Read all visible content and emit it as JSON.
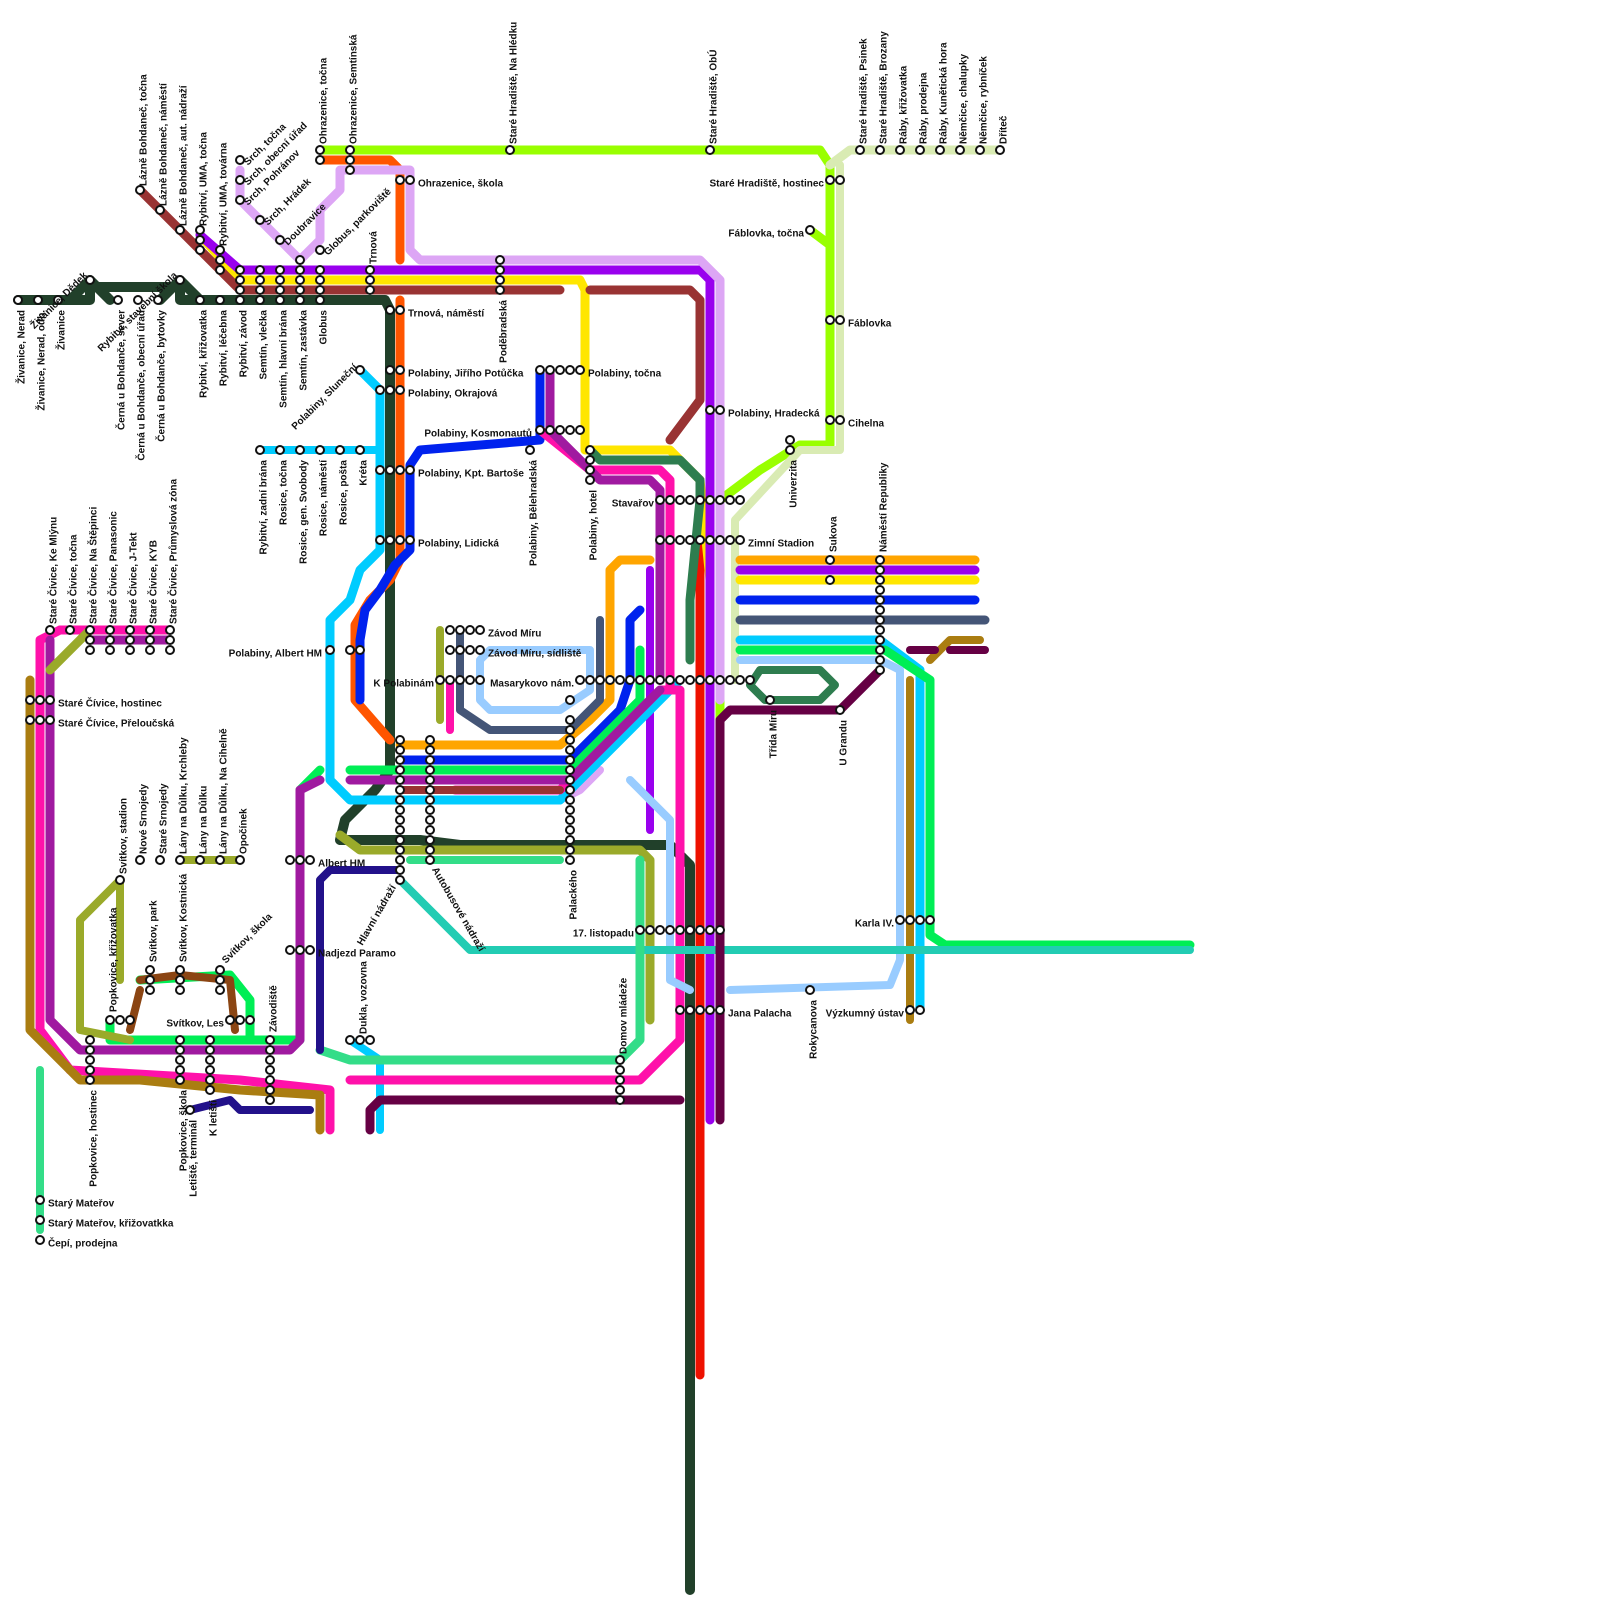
{
  "colors": {
    "dark_green": "#21402a",
    "lime": "#99ff00",
    "pale_lime": "#d9ebb3",
    "red": "#ee1100",
    "orange_red": "#ff5500",
    "orange": "#ffa500",
    "yellow": "#ffe600",
    "violet": "#9900ee",
    "lavender": "#dda6f5",
    "blue": "#0022ee",
    "cyan": "#00ccff",
    "green": "#00ee55",
    "magenta": "#ff11aa",
    "purple": "#a01aa0",
    "brown_red": "#993333",
    "olive": "#9aaa2a",
    "gold_brown": "#aa7d11",
    "sky": "#99ccff",
    "slate": "#445577",
    "teal": "#22ccb3",
    "sea": "#33dd88",
    "navy": "#22118a",
    "plum": "#660044",
    "forest": "#2e7d4f",
    "brown": "#8b4513"
  },
  "stations": [
    {
      "id": "zivanice_nerad",
      "name": "Živanice, Nerad"
    },
    {
      "id": "zivanice_nerad_odb",
      "name": "Živanice, Nerad, odb."
    },
    {
      "id": "zivanice",
      "name": "Živanice"
    },
    {
      "id": "zivanice_dedek",
      "name": "Živanice, Dědek"
    },
    {
      "id": "cerna_sever",
      "name": "Černá u Bohdanče, sever"
    },
    {
      "id": "cerna_ou",
      "name": "Černá u Bohdanče, obecní úřad"
    },
    {
      "id": "cerna_bytovky",
      "name": "Černá u Bohdanče, bytovky"
    },
    {
      "id": "rybitvi_skola",
      "name": "Rybitví, stavební škola"
    },
    {
      "id": "lazne_tocna",
      "name": "Lázně Bohdaneč, točna"
    },
    {
      "id": "lazne_namesti",
      "name": "Lázně Bohdaneč, náměstí"
    },
    {
      "id": "lazne_nadrazi",
      "name": "Lázně Bohdaneč, aut. nádraží"
    },
    {
      "id": "rybitvi_uma_tocna",
      "name": "Rybitví, UMA, točna"
    },
    {
      "id": "rybitvi_uma_tovarna",
      "name": "Rybitví, UMA, továrna"
    },
    {
      "id": "rybitvi_krizovatka",
      "name": "Rybitví, křižovatka"
    },
    {
      "id": "rybitvi_lecebna",
      "name": "Rybitví, léčebna"
    },
    {
      "id": "rybitvi_zavod",
      "name": "Rybitví, závod"
    },
    {
      "id": "srch_tocna",
      "name": "Srch, točna"
    },
    {
      "id": "srch_ou",
      "name": "Srch, obecní úřad"
    },
    {
      "id": "srch_pohranov",
      "name": "Srch, Pohránov"
    },
    {
      "id": "srch_hradek",
      "name": "Srch, Hrádek"
    },
    {
      "id": "doubravice",
      "name": "Doubravice"
    },
    {
      "id": "globus_parkoviste",
      "name": "Globus, parkoviště"
    },
    {
      "id": "semtin_vlecka",
      "name": "Semtín, vlečka"
    },
    {
      "id": "semtin_brana",
      "name": "Semtín, hlavní brána"
    },
    {
      "id": "semtin_zastavka",
      "name": "Semtín, zastávka"
    },
    {
      "id": "globus",
      "name": "Globus"
    },
    {
      "id": "ohrazenice_tocna",
      "name": "Ohrazenice, točna"
    },
    {
      "id": "ohrazenice_semtinska",
      "name": "Ohrazenice, Semtínská"
    },
    {
      "id": "ohrazenice_skola",
      "name": "Ohrazenice, škola"
    },
    {
      "id": "trnova",
      "name": "Trnová"
    },
    {
      "id": "trnova_namesti",
      "name": "Trnová, náměstí"
    },
    {
      "id": "podebradska",
      "name": "Poděbradská"
    },
    {
      "id": "sh_nahledku",
      "name": "Staré Hradiště, Na Hlédku"
    },
    {
      "id": "sh_obu",
      "name": "Staré Hradiště, ObÚ"
    },
    {
      "id": "sh_psinek",
      "name": "Staré Hradiště, Psinek"
    },
    {
      "id": "sh_brozany",
      "name": "Staré Hradiště, Brozany"
    },
    {
      "id": "raby_krizovatka",
      "name": "Ráby, křižovatka"
    },
    {
      "id": "raby_prodejna",
      "name": "Ráby, prodejna"
    },
    {
      "id": "raby_kuneticka",
      "name": "Ráby, Kunětická hora"
    },
    {
      "id": "nemcice_chalupky",
      "name": "Němčice, chalupky"
    },
    {
      "id": "nemcice_rybnicek",
      "name": "Němčice, rybníček"
    },
    {
      "id": "drit",
      "name": "Dřítеč"
    },
    {
      "id": "sh_hostinec",
      "name": "Staré Hradiště, hostinec"
    },
    {
      "id": "fablovka_tocna",
      "name": "Fáblovka, točna"
    },
    {
      "id": "fablovka",
      "name": "Fáblovka"
    },
    {
      "id": "cihelna",
      "name": "Cihelna"
    },
    {
      "id": "univerzita",
      "name": "Univerzita"
    },
    {
      "id": "pol_potucka",
      "name": "Polabiny, Jiřího Potůčka"
    },
    {
      "id": "pol_okrajova",
      "name": "Polabiny, Okrajová"
    },
    {
      "id": "pol_slunecni",
      "name": "Polabiny, Sluneční"
    },
    {
      "id": "pol_tocna",
      "name": "Polabiny, točna"
    },
    {
      "id": "pol_kosmonautu",
      "name": "Polabiny, Kosmonautů"
    },
    {
      "id": "pol_bartose",
      "name": "Polabiny, Kpt. Bartoše"
    },
    {
      "id": "pol_lidicka",
      "name": "Polabiny, Lidická"
    },
    {
      "id": "pol_belehradska",
      "name": "Polabiny, Bělehradská"
    },
    {
      "id": "pol_hotel",
      "name": "Polabiny, hotel"
    },
    {
      "id": "pol_hradecka",
      "name": "Polabiny, Hradecká"
    },
    {
      "id": "pol_albert",
      "name": "Polabiny, Albert HM"
    },
    {
      "id": "rybitvi_zadni",
      "name": "Rybitví, zadní brána"
    },
    {
      "id": "rosice_tocna",
      "name": "Rosice, točna"
    },
    {
      "id": "rosice_svobody",
      "name": "Rosice, gen. Svobody"
    },
    {
      "id": "rosice_namesti",
      "name": "Rosice, náměstí"
    },
    {
      "id": "rosice_posta",
      "name": "Rosice, pošta"
    },
    {
      "id": "kreta",
      "name": "Kréta"
    },
    {
      "id": "stavarov",
      "name": "Stavařov"
    },
    {
      "id": "zimni_stadion",
      "name": "Zimní Stadion"
    },
    {
      "id": "sukova",
      "name": "Sukova"
    },
    {
      "id": "namesti_republiky",
      "name": "Náměstí Republiky"
    },
    {
      "id": "zavod_miru",
      "name": "Závod Míru"
    },
    {
      "id": "zavod_miru_sidliste",
      "name": "Závod Míru, sídliště"
    },
    {
      "id": "k_polabinam",
      "name": "K Polabinám"
    },
    {
      "id": "masarykovo",
      "name": "Masarykovo nám."
    },
    {
      "id": "trida_miru",
      "name": "Třída Míru"
    },
    {
      "id": "u_grandu",
      "name": "U Grandu"
    },
    {
      "id": "palackeho",
      "name": "Palackého"
    },
    {
      "id": "hlavni_nadrazi",
      "name": "Hlavní nádraží"
    },
    {
      "id": "autobusove_nadrazi",
      "name": "Autobusové nádraží"
    },
    {
      "id": "albert_hm",
      "name": "Albert HM"
    },
    {
      "id": "nadjezd_paramo",
      "name": "Nadjezd Paramo"
    },
    {
      "id": "listopadu",
      "name": "17. listopadu"
    },
    {
      "id": "karla_iv",
      "name": "Karla IV."
    },
    {
      "id": "jana_palacha",
      "name": "Jana Palacha"
    },
    {
      "id": "rokycanova",
      "name": "Rokycanova"
    },
    {
      "id": "vyzkumny_ustav",
      "name": "Výzkumný ústav"
    },
    {
      "id": "domov_mladeze",
      "name": "Domov mládeže"
    },
    {
      "id": "dukla_vozovna",
      "name": "Dukla, vozovna"
    },
    {
      "id": "sc_kemlynu",
      "name": "Staré Čívice, Ke Mlýnu"
    },
    {
      "id": "sc_tocna",
      "name": "Staré Čívice, točna"
    },
    {
      "id": "sc_stepinci",
      "name": "Staré Čívice, Na Štěpinci"
    },
    {
      "id": "sc_panasonic",
      "name": "Staré Čívice, Panasonic"
    },
    {
      "id": "sc_jtekt",
      "name": "Staré Čívice, J-Tekt"
    },
    {
      "id": "sc_kyb",
      "name": "Staré Čívice, KYB"
    },
    {
      "id": "sc_zona",
      "name": "Staré Čívice, Průmyslová zóna"
    },
    {
      "id": "sc_hostinec",
      "name": "Staré Čívice, hostinec"
    },
    {
      "id": "sc_prelouc",
      "name": "Staré Čívice, Přeloučská"
    },
    {
      "id": "svitkov_stadion",
      "name": "Svítkov, stadion"
    },
    {
      "id": "nove_srnojedy",
      "name": "Nové Srnojedy"
    },
    {
      "id": "stare_srnojedy",
      "name": "Staré Srnojedy"
    },
    {
      "id": "lany_krchleby",
      "name": "Lány na Důlku, Krchleby"
    },
    {
      "id": "lany_dulku",
      "name": "Lány na Důlku"
    },
    {
      "id": "lany_cihelne",
      "name": "Lány na Důlku, Na Cihelně"
    },
    {
      "id": "opocinek",
      "name": "Opočínek"
    },
    {
      "id": "popkovice_krizovatka",
      "name": "Popkovice, křižovatka"
    },
    {
      "id": "svitkov_park",
      "name": "Svítkov, park"
    },
    {
      "id": "svitkov_kostnicka",
      "name": "Svítkov, Kostnická"
    },
    {
      "id": "svitkov_skola",
      "name": "Svítkov, škola"
    },
    {
      "id": "svitkov_les",
      "name": "Svítkov, Les"
    },
    {
      "id": "zavodiste",
      "name": "Závodiště"
    },
    {
      "id": "popkovice_hostinec",
      "name": "Popkovice, hostinec"
    },
    {
      "id": "popkovice_skola",
      "name": "Popkovice, škola"
    },
    {
      "id": "letiste",
      "name": "Letiště, terminál"
    },
    {
      "id": "k_letisti",
      "name": "K letišti"
    },
    {
      "id": "stary_materov",
      "name": "Starý Mateřov"
    },
    {
      "id": "stary_materov_kr",
      "name": "Starý Mateřov, křižovatkka"
    },
    {
      "id": "cepi_prodejna",
      "name": "Čepí, prodejna"
    }
  ]
}
